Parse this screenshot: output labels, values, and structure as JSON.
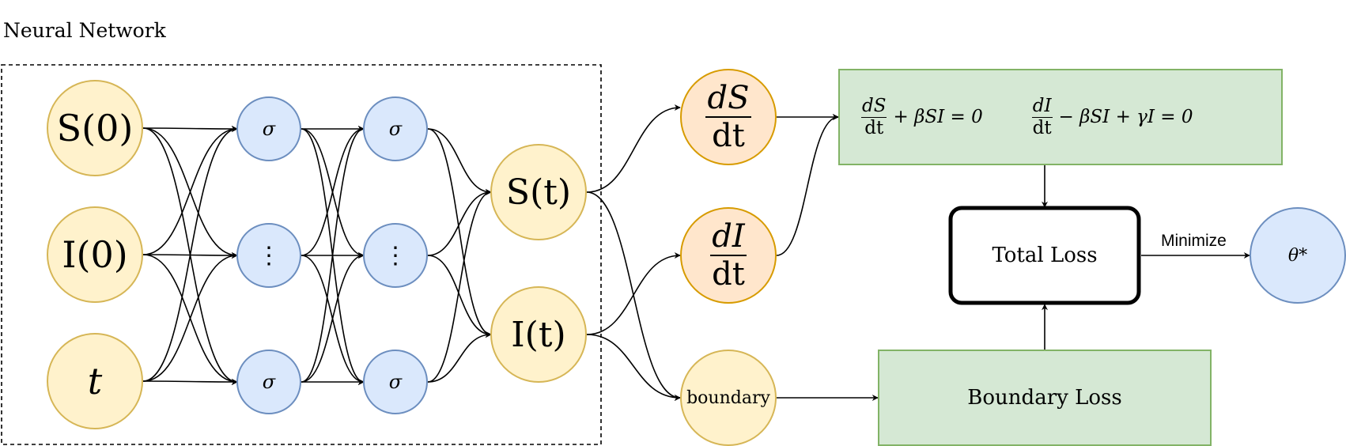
{
  "group_label": "Neural Network",
  "inputs": {
    "s0": "S(0)",
    "i0": "I(0)",
    "t": "t"
  },
  "hidden": {
    "top_symbol": "σ",
    "middle_symbol": "⋮",
    "bottom_symbol": "σ"
  },
  "outputs": {
    "st": "S(t)",
    "it": "I(t)"
  },
  "derivatives": {
    "ds": {
      "num": "dS",
      "den": "dt"
    },
    "di": {
      "num": "dI",
      "den": "dt"
    }
  },
  "boundary_node": "boundary",
  "ode_box": {
    "eq1": {
      "num": "dS",
      "den": "dt",
      "rest": "+ βSI = 0"
    },
    "eq2": {
      "num": "dI",
      "den": "dt",
      "rest": "− βSI + γI = 0"
    }
  },
  "total_loss": "Total Loss",
  "boundary_loss": "Boundary Loss",
  "minimize_label": "Minimize",
  "theta": "θ*",
  "colors": {
    "input_fill": "#fff2cc",
    "input_stroke": "#d6b656",
    "hidden_fill": "#dae8fc",
    "hidden_stroke": "#6c8ebf",
    "deriv_fill": "#ffe6cc",
    "deriv_stroke": "#d79b00",
    "loss_fill": "#d5e8d4",
    "loss_stroke": "#82b366"
  }
}
